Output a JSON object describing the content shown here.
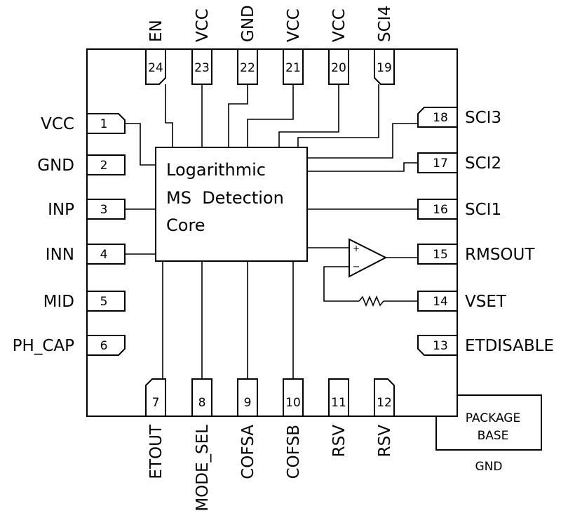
{
  "core": {
    "line1": "Logarithmic",
    "line2": "MS  Detection",
    "line3": "Core"
  },
  "package_base": {
    "line1": "PACKAGE",
    "line2": "BASE",
    "gnd": "GND"
  },
  "opamp": {
    "plus": "+",
    "minus": "−"
  },
  "pins": [
    {
      "num": "1",
      "name": "VCC"
    },
    {
      "num": "2",
      "name": "GND"
    },
    {
      "num": "3",
      "name": "INP"
    },
    {
      "num": "4",
      "name": "INN"
    },
    {
      "num": "5",
      "name": "MID"
    },
    {
      "num": "6",
      "name": "PH_CAP"
    },
    {
      "num": "7",
      "name": "ETOUT"
    },
    {
      "num": "8",
      "name": "MODE_SEL"
    },
    {
      "num": "9",
      "name": "COFSA"
    },
    {
      "num": "10",
      "name": "COFSB"
    },
    {
      "num": "11",
      "name": "RSV"
    },
    {
      "num": "12",
      "name": "RSV"
    },
    {
      "num": "13",
      "name": "ETDISABLE"
    },
    {
      "num": "14",
      "name": "VSET"
    },
    {
      "num": "15",
      "name": "RMSOUT"
    },
    {
      "num": "16",
      "name": "SCI1"
    },
    {
      "num": "17",
      "name": "SCI2"
    },
    {
      "num": "18",
      "name": "SCI3"
    },
    {
      "num": "19",
      "name": "SCI4"
    },
    {
      "num": "20",
      "name": "VCC"
    },
    {
      "num": "21",
      "name": "VCC"
    },
    {
      "num": "22",
      "name": "GND"
    },
    {
      "num": "23",
      "name": "VCC"
    },
    {
      "num": "24",
      "name": "EN"
    }
  ]
}
